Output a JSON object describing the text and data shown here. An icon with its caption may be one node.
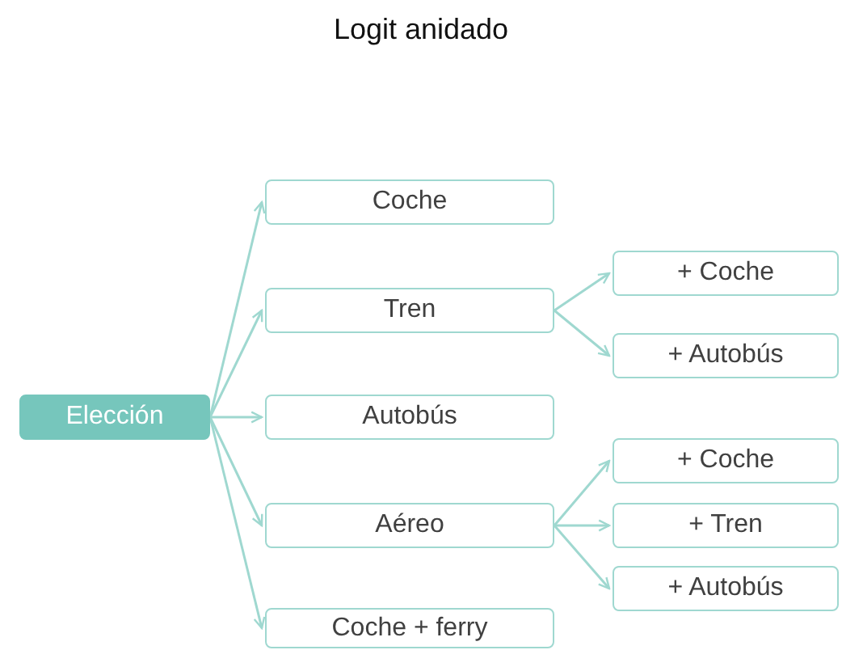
{
  "diagram": {
    "title": "Logit anidado",
    "nodes": [
      {
        "text": [
          "Elección"
        ]
      },
      {
        "text": [
          "Coche"
        ]
      },
      {
        "text": [
          "Tren"
        ]
      },
      {
        "text": [
          "Autobús"
        ]
      },
      {
        "text": [
          "Aéreo"
        ]
      },
      {
        "text": [
          "Coche + ferry"
        ]
      },
      {
        "text": [
          "+ Coche"
        ]
      },
      {
        "text": [
          "+ Autobús"
        ]
      },
      {
        "text": [
          "+ Coche"
        ]
      },
      {
        "text": [
          "+ Tren"
        ]
      },
      {
        "text": [
          "+ Autobús"
        ]
      }
    ],
    "edges": [
      {
        "from": 0,
        "to": 1,
        "arrow": "to"
      },
      {
        "from": 0,
        "to": 2,
        "arrow": "to"
      },
      {
        "from": 0,
        "to": 3,
        "arrow": "to"
      },
      {
        "from": 0,
        "to": 4,
        "arrow": "to"
      },
      {
        "from": 0,
        "to": 5,
        "arrow": "to"
      },
      {
        "from": 2,
        "to": 6,
        "arrow": "to"
      },
      {
        "from": 2,
        "to": 7,
        "arrow": "to"
      },
      {
        "from": 4,
        "to": 8,
        "arrow": "to"
      },
      {
        "from": 4,
        "to": 9,
        "arrow": "to"
      },
      {
        "from": 4,
        "to": 10,
        "arrow": "to"
      }
    ]
  }
}
